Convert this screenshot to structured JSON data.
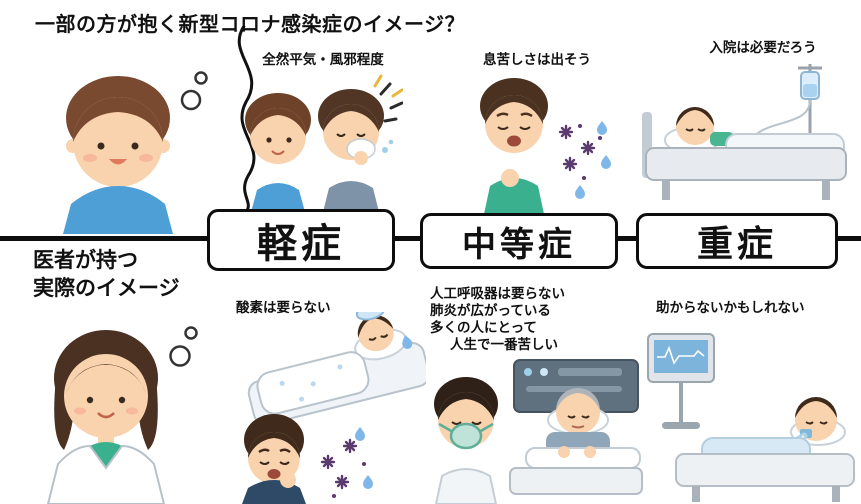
{
  "header": {
    "top_title": "一部の方が抱く新型コロナ感染症のイメージ？",
    "bottom_title_line1": "医者が持つ",
    "bottom_title_line2": "実際のイメージ"
  },
  "axis": {
    "mild": "軽症",
    "moderate": "中等症",
    "severe": "重症"
  },
  "top_captions": {
    "mild": "全然平気・風邪程度",
    "moderate": "息苦しさは出そう",
    "severe": "入院は必要だろう"
  },
  "bottom_captions": {
    "mild": "酸素は要らない",
    "moderate_lines": [
      "人工呼吸器は要らない",
      "肺炎が広がっている",
      "多くの人にとって",
      "人生で一番苦しい"
    ],
    "severe": "助からないかもしれない"
  },
  "colors": {
    "axis_black": "#0d0d0d",
    "skin": "#f9d2ae",
    "shirt_blue": "#4d9fd6",
    "shirt_green": "#3bb08f",
    "virus_purple": "#5b3a6e",
    "droplet_blue": "#7fb8e8",
    "blanket_blue": "#d8e9f6"
  }
}
